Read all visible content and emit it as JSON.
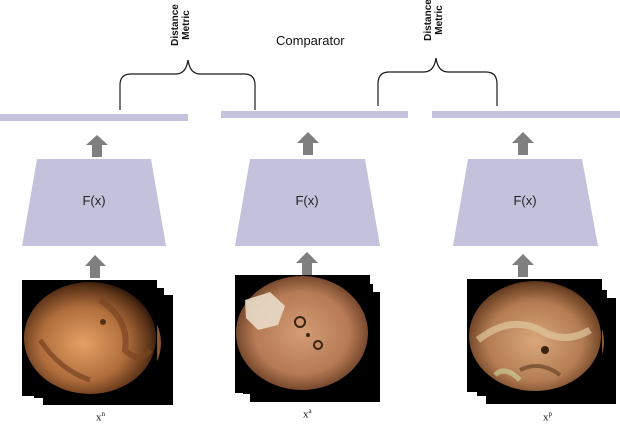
{
  "title": "Comparator",
  "distance_label_line1": "Distance",
  "distance_label_line2": "Metric",
  "encoder_label": "F(x)",
  "inputs": [
    {
      "base": "x",
      "sup": "n"
    },
    {
      "base": "x",
      "sup": "a"
    },
    {
      "base": "x",
      "sup": "p"
    }
  ],
  "colors": {
    "encoder_fill": "#c3c1dc",
    "embedding_bar": "#c3c1dc",
    "arrow": "#7f7f7f",
    "bracket": "#1a1a1a"
  }
}
